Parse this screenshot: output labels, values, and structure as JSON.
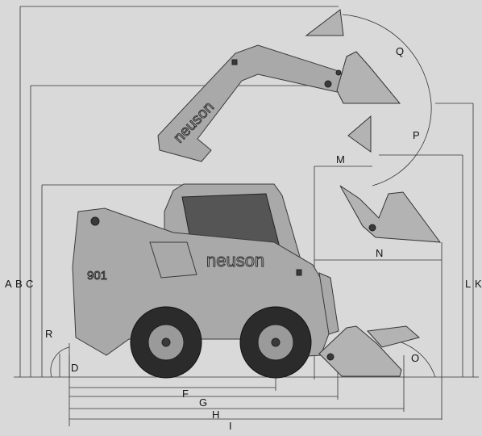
{
  "diagram": {
    "brand_text": "neuson",
    "model_text": "901",
    "dimension_labels": {
      "A": "A",
      "B": "B",
      "C": "C",
      "D": "D",
      "F": "F",
      "G": "G",
      "H": "H",
      "I": "I",
      "K": "K",
      "L": "L",
      "M": "M",
      "N": "N",
      "O": "O",
      "P": "P",
      "Q": "Q",
      "R": "R"
    }
  }
}
